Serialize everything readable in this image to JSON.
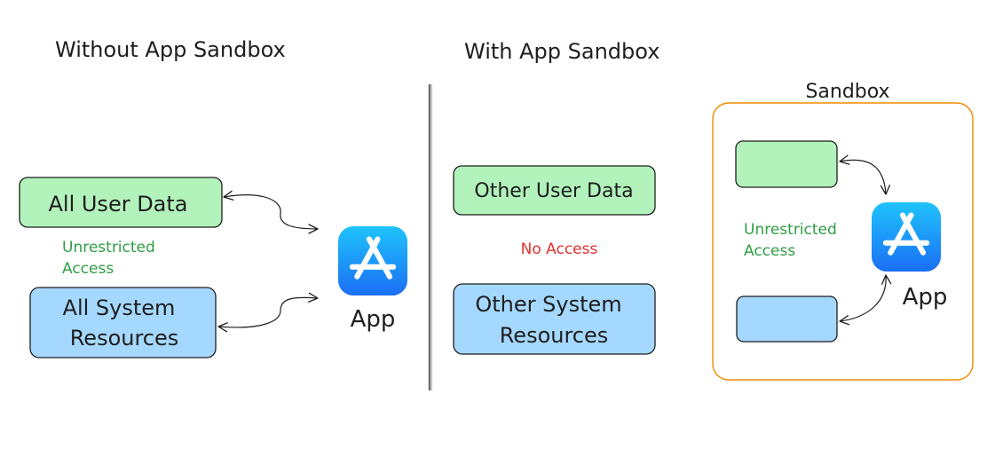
{
  "colors": {
    "green_fill": "#b2f2bb",
    "blue_fill": "#a5d8ff",
    "stroke": "#1e1e1e",
    "access_green": "#2f9e44",
    "no_access_red": "#e03131",
    "sandbox_border": "#f08c00",
    "app_icon_top": "#1fc3fb",
    "app_icon_bottom": "#1b6ff5"
  },
  "left": {
    "title": "Without App Sandbox",
    "user_data": "All User Data",
    "system_line1": "All System",
    "system_line2": "Resources",
    "access_line1": "Unrestricted",
    "access_line2": "Access",
    "app_label": "App",
    "app_icon": "app-store-icon"
  },
  "right": {
    "title": "With App Sandbox",
    "user_data": "Other User Data",
    "no_access": "No Access",
    "system_line1": "Other System",
    "system_line2": "Resources",
    "sandbox_title": "Sandbox",
    "access_line1": "Unrestricted",
    "access_line2": "Access",
    "app_label": "App",
    "app_icon": "app-store-icon"
  }
}
